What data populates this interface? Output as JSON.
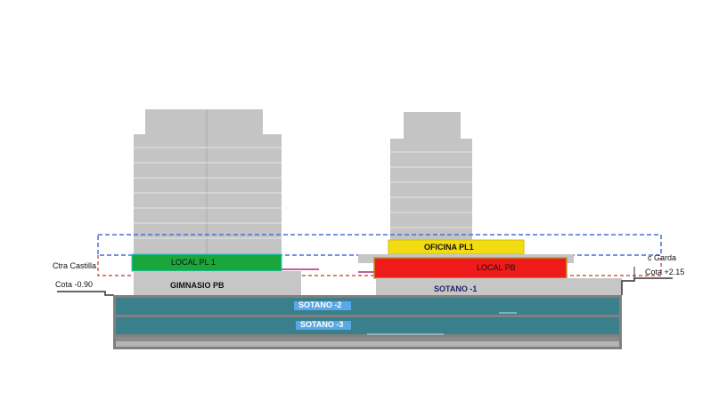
{
  "labels": {
    "ctra_castilla": "Ctra Castilla",
    "cota_left": "Cota -0.90",
    "c_garda": "c Garda",
    "cota_right": "Cota +2.15",
    "local_pl1": "LOCAL  PL 1",
    "gimnasio_pb": "GIMNASIO PB",
    "oficina_pl1": "OFICINA  PL1",
    "local_pb": "LOCAL  PB",
    "sotano_1": "SOTANO  -1",
    "sotano_2": "SOTANO -2",
    "sotano_3": "SOTANO -3"
  },
  "colors": {
    "tower": "#c4c4c4",
    "tower_line": "#e6e6e6",
    "podium": "#c6c6c6",
    "basement": "#3a7f8c",
    "basement_frame": "#666666",
    "local_pl1": "#19a63a",
    "oficina_pl1": "#f2dc11",
    "local_pb": "#ef1b1b",
    "dashed_blue": "#4c6fd6",
    "dashed_red": "#c0392b",
    "label_box": "#5aa9e6"
  }
}
